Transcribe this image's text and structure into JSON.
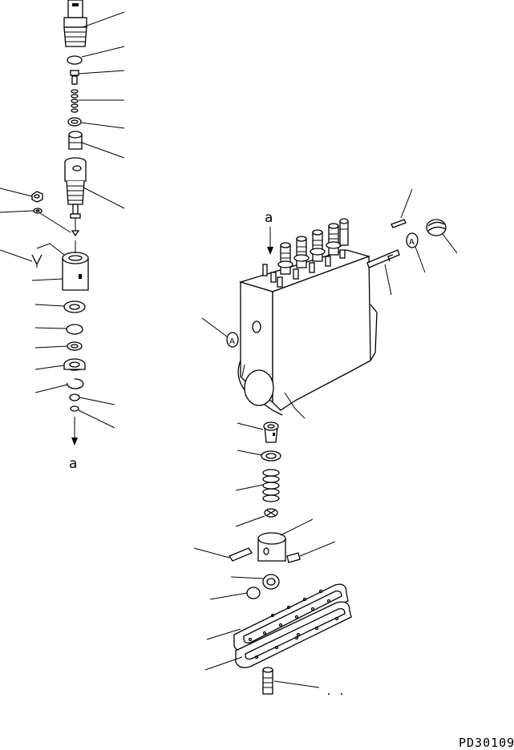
{
  "diagram": {
    "view_label_top": "a",
    "view_label_bottom": "a",
    "drawing_code": "PD30109"
  }
}
